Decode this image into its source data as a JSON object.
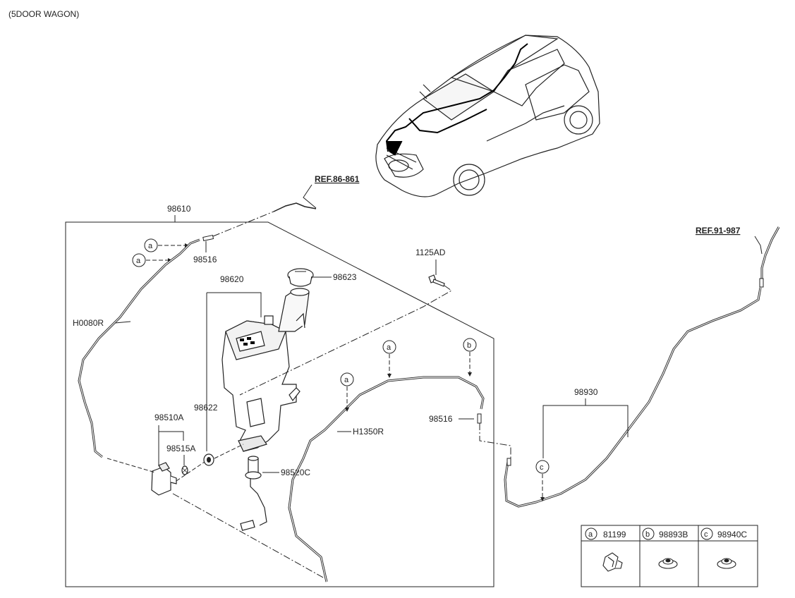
{
  "diagram": {
    "header": "(5DOOR WAGON)",
    "refs": {
      "ref_86": "REF.86-861",
      "ref_91": "REF.91-987"
    },
    "labels": {
      "p98610": "98610",
      "p98516_top": "98516",
      "p98620": "98620",
      "p98623": "98623",
      "p1125AD": "1125AD",
      "pH0080R": "H0080R",
      "p98622": "98622",
      "p98510A": "98510A",
      "p98515A": "98515A",
      "p98520C": "98520C",
      "pH1350R": "H1350R",
      "p98516_right": "98516",
      "p98930": "98930"
    },
    "callouts": {
      "a": "a",
      "b": "b",
      "c": "c"
    },
    "legend": [
      {
        "letter": "a",
        "part": "81199"
      },
      {
        "letter": "b",
        "part": "98893B"
      },
      {
        "letter": "c",
        "part": "98940C"
      }
    ]
  }
}
